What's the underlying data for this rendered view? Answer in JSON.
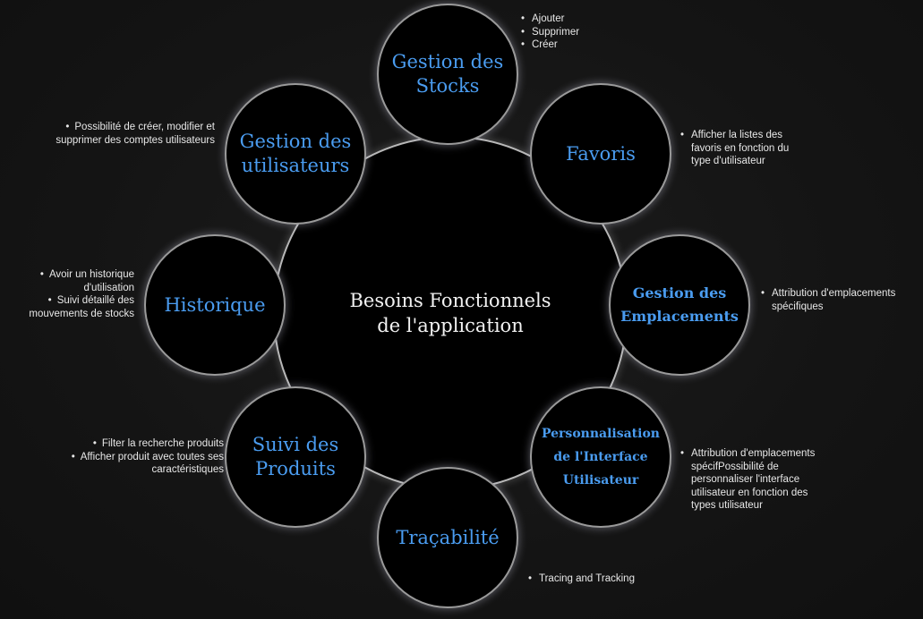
{
  "center": {
    "title": "Besoins Fonctionnels\nde l'application"
  },
  "nodes": [
    {
      "label": "Gestion des\nStocks",
      "items": [
        "Ajouter",
        "Supprimer",
        "Créer"
      ]
    },
    {
      "label": "Favoris",
      "items": [
        "Afficher la listes des favoris en fonction du type d'utilisateur"
      ]
    },
    {
      "label": "Gestion des\nEmplacements",
      "items": [
        "Attribution d'emplacements spécifiques"
      ]
    },
    {
      "label": "Personnalisation\nde l'Interface\nUtilisateur",
      "items": [
        "Attribution d'emplacements spécifPossibilité de personnaliser l'interface utilisateur en fonction des types utilisateur"
      ]
    },
    {
      "label": "Traçabilité",
      "items": [
        "Tracing and Tracking"
      ]
    },
    {
      "label": "Suivi des\nProduits",
      "items": [
        "Filter la recherche produits",
        "Afficher produit avec toutes ses caractéristiques"
      ]
    },
    {
      "label": "Historique",
      "items": [
        "Avoir un historique d'utilisation",
        "Suivi détaillé des mouvements de stocks"
      ]
    },
    {
      "label": "Gestion des\nutilisateurs",
      "items": [
        "Possibilité de créer, modifier et supprimer des comptes utilisateurs"
      ]
    }
  ],
  "colors": {
    "background": "#141414",
    "node_fill": "#000000",
    "label": "#4a9cf0",
    "text": "#e8e8e8"
  }
}
